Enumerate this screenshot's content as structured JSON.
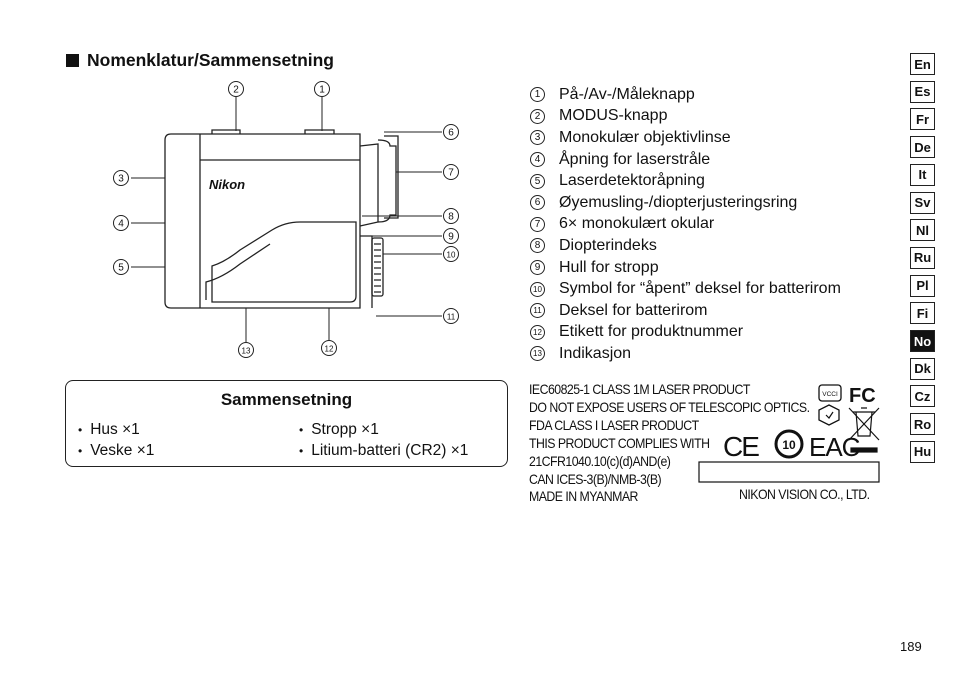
{
  "section": {
    "heading": "Nomenklatur/Sammensetning"
  },
  "diagram": {
    "brand": "Nikon",
    "callouts": [
      "1",
      "2",
      "3",
      "4",
      "5",
      "6",
      "7",
      "8",
      "9",
      "10",
      "11",
      "12",
      "13"
    ]
  },
  "parts": [
    {
      "num": "1",
      "label": "På-/Av-/Måleknapp"
    },
    {
      "num": "2",
      "label": "MODUS-knapp"
    },
    {
      "num": "3",
      "label": "Monokulær objektivlinse"
    },
    {
      "num": "4",
      "label": "Åpning for laserstråle"
    },
    {
      "num": "5",
      "label": "Laserdetektoråpning"
    },
    {
      "num": "6",
      "label": "Øyemusling-/diopterjusteringsring"
    },
    {
      "num": "7",
      "label": "6× monokulært okular"
    },
    {
      "num": "8",
      "label": "Diopterindeks"
    },
    {
      "num": "9",
      "label": "Hull for stropp"
    },
    {
      "num": "10",
      "label": "Symbol for “åpent” deksel for batterirom"
    },
    {
      "num": "11",
      "label": "Deksel for batterirom"
    },
    {
      "num": "12",
      "label": "Etikett for produktnummer"
    },
    {
      "num": "13",
      "label": "Indikasjon"
    }
  ],
  "contents": {
    "title": "Sammensetning",
    "left": [
      "Hus ×1",
      "Veske ×1"
    ],
    "right": [
      "Stropp ×1",
      "Litium-batteri (CR2) ×1"
    ]
  },
  "product_label": {
    "lines": [
      "IEC60825-1 CLASS 1M LASER PRODUCT",
      "DO NOT EXPOSE USERS OF TELESCOPIC OPTICS.",
      "FDA CLASS I LASER PRODUCT",
      "THIS PRODUCT COMPLIES WITH",
      "21CFR1040.10(c)(d)AND(e)",
      "CAN ICES-3(B)/NMB-3(B)",
      "MADE IN MYANMAR"
    ],
    "manufacturer": "NIKON VISION CO., LTD.",
    "marks": {
      "vcci": "VCCI",
      "fc": "FC",
      "ce": "CE",
      "rohs": "10",
      "eac": "EAC"
    }
  },
  "language_tabs": [
    "En",
    "Es",
    "Fr",
    "De",
    "It",
    "Sv",
    "Nl",
    "Ru",
    "Pl",
    "Fi",
    "No",
    "Dk",
    "Cz",
    "Ro",
    "Hu"
  ],
  "active_tab": "No",
  "page_number": "189"
}
